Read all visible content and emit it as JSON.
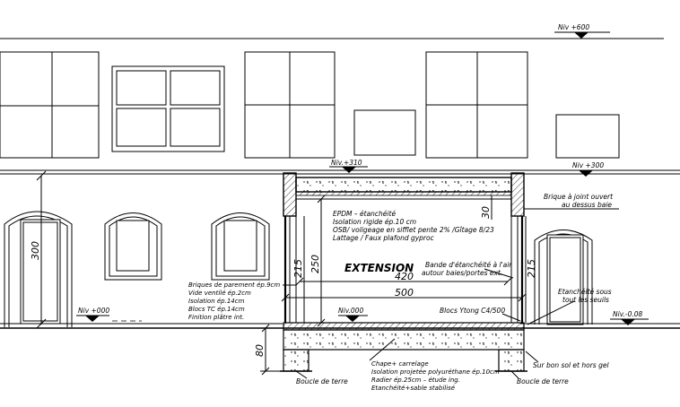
{
  "levels": {
    "niv_600": "Niv +600",
    "niv_310": "Niv.+310",
    "niv_300": "Niv +300",
    "niv_000_left": "Niv +000",
    "niv_000_center": "Niv.000",
    "niv_minus": "Niv.-0.08"
  },
  "dimensions": {
    "h300": "300",
    "h250": "250",
    "h215_left": "215",
    "h215_right": "215",
    "w420": "420",
    "w500": "500",
    "d30": "30",
    "d80": "80"
  },
  "title": "EXTENSION",
  "roof_notes": [
    "EPDM – étanchéité",
    "Isolation rigide ép.10 cm",
    "OSB/ voligeage en sifflet pente 2% /Gîtage 8/23",
    "Lattage / Faux plafond gyproc"
  ],
  "wall_notes": [
    "Briques de parement ép.9cm",
    "Vide ventilé ép.2cm",
    "Isolation ép.14cm",
    "Blocs TC ép.14cm",
    "Finition plâtre int."
  ],
  "floor_notes": [
    "Chape+ carrelage",
    "Isolation projetée polyuréthane ép.10cm",
    "Radier ép.25cm – étude ing.",
    "Etanchéité+sable stabilisé"
  ],
  "labels": {
    "brique_line1": "Brique à joint ouvert",
    "brique_line2": "au dessus baie",
    "bande_line1": "Bande d'étanchéité à l'air",
    "bande_line2": "autour baies/portes ext.",
    "blocs_ytong": "Blocs Ytong C4/500",
    "etancheite_line1": "Etanchéité sous",
    "etancheite_line2": "tout les seuils",
    "bon_sol": "Sur bon sol et hors gel",
    "boucle_left": "Boucle de terre",
    "boucle_right": "Boucle de terre"
  }
}
